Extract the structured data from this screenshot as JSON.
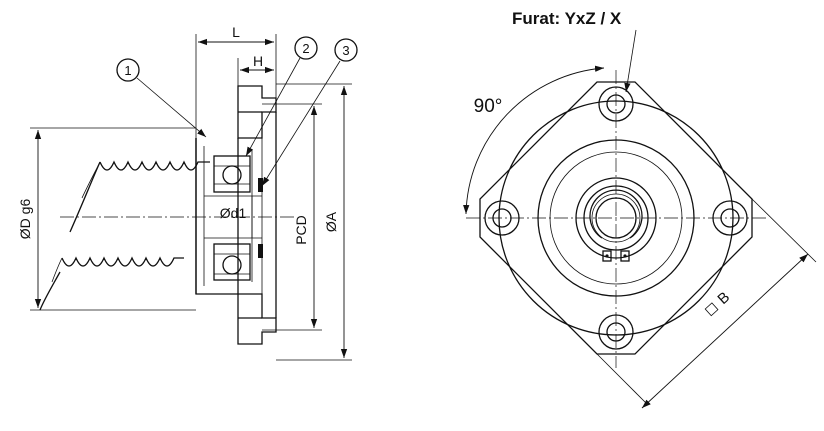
{
  "side_view": {
    "callouts": [
      "1",
      "2",
      "3"
    ],
    "dimensions": {
      "L": "L",
      "H": "H",
      "D": "ØD g6",
      "d1": "Ød1",
      "PCD": "PCD",
      "A": "ØA"
    }
  },
  "front_view": {
    "hole_note": "Furat: YxZ / X",
    "angle": "90°",
    "square": "B"
  }
}
